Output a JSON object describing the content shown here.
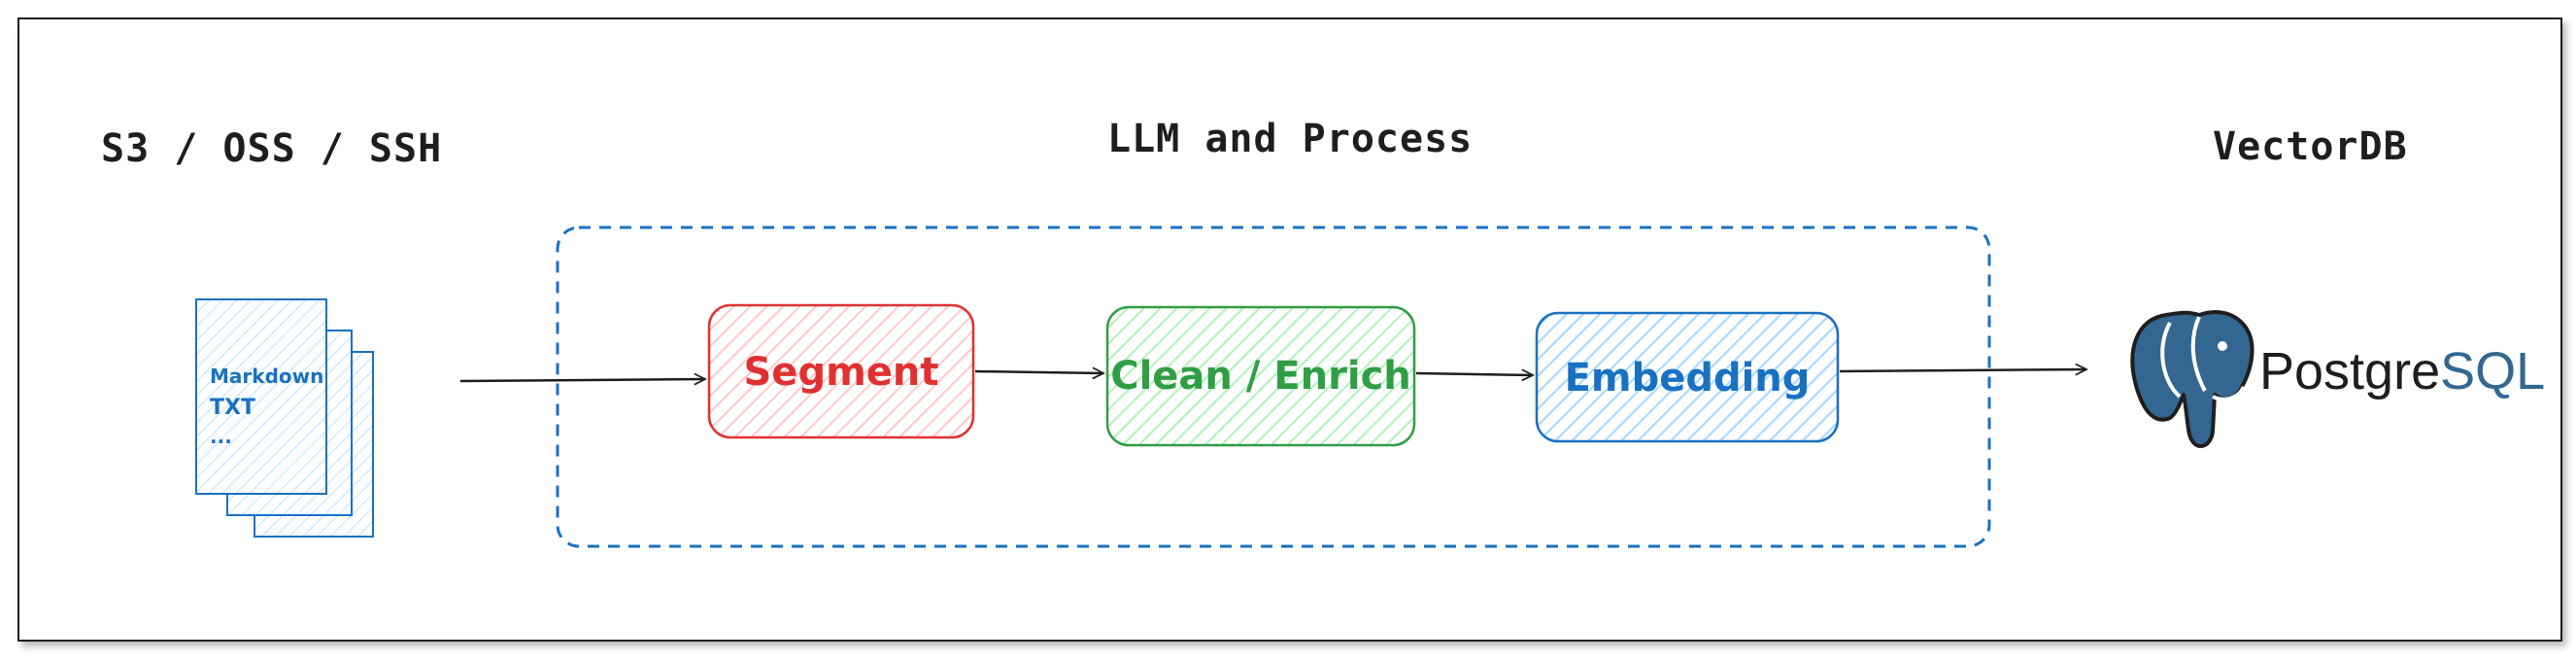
{
  "sections": {
    "source": "S3 / OSS / SSH",
    "process": "LLM and Process",
    "target": "VectorDB"
  },
  "document": {
    "lines": [
      "Markdown",
      "TXT",
      "..."
    ]
  },
  "steps": [
    {
      "label": "Segment",
      "color": "#e03131",
      "fill": "#ffc9c9"
    },
    {
      "label": "Clean / Enrich",
      "color": "#2f9e44",
      "fill": "#b2f2bb"
    },
    {
      "label": "Embedding",
      "color": "#1971c2",
      "fill": "#a5d8ff"
    }
  ],
  "group_color": "#1971c2",
  "database": {
    "logo_icon": "postgresql-elephant-icon",
    "name_part1": "Postgre",
    "name_part2": "SQL",
    "name_color1": "#1e1e1e",
    "name_color2": "#336791"
  }
}
